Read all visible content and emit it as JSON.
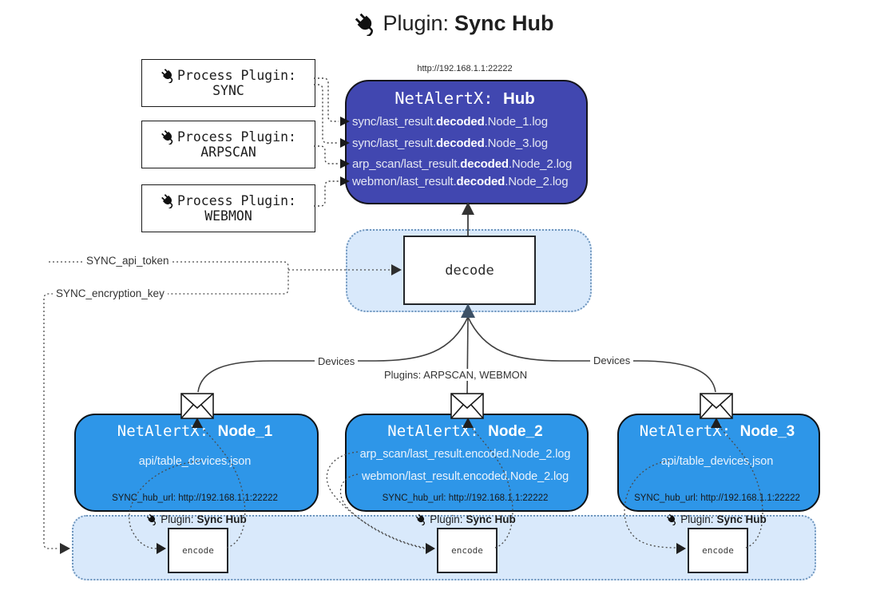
{
  "title": {
    "prefix": "Plugin:",
    "bold": "Sync Hub"
  },
  "process_plugins": [
    {
      "label": "Process Plugin:",
      "name": "SYNC"
    },
    {
      "label": "Process Plugin:",
      "name": "ARPSCAN"
    },
    {
      "label": "Process Plugin:",
      "name": "WEBMON"
    }
  ],
  "hub": {
    "url": "http://192.168.1.1:22222",
    "title_prefix": "NetAlertX: ",
    "title_bold": "Hub",
    "lines": [
      {
        "pre": "sync/last_result.",
        "bold": "decoded",
        "post": ".Node_1.log"
      },
      {
        "pre": "sync/last_result.",
        "bold": "decoded",
        "post": ".Node_3.log"
      },
      {
        "pre": "arp_scan/last_result.",
        "bold": "decoded",
        "post": ".Node_2.log"
      },
      {
        "pre": "webmon/last_result.",
        "bold": "decoded",
        "post": ".Node_2.log"
      }
    ]
  },
  "decode": {
    "label": "decode"
  },
  "secrets": {
    "api_token": "SYNC_api_token",
    "encryption_key": "SYNC_encryption_key"
  },
  "edges": {
    "devices_left": "Devices",
    "devices_right": "Devices",
    "plugins_mid": "Plugins: ARPSCAN, WEBMON"
  },
  "nodes": [
    {
      "title_prefix": "NetAlertX: ",
      "title_bold": "Node_1",
      "lines": [
        "api/table_devices.json"
      ],
      "hub_url": "SYNC_hub_url: http://192.168.1.1:22222"
    },
    {
      "title_prefix": "NetAlertX: ",
      "title_bold": "Node_2",
      "lines": [
        "arp_scan/last_result.encoded.Node_2.log",
        "webmon/last_result.encoded.Node_2.log"
      ],
      "hub_url": "SYNC_hub_url: http://192.168.1.1:22222"
    },
    {
      "title_prefix": "NetAlertX: ",
      "title_bold": "Node_3",
      "lines": [
        "api/table_devices.json"
      ],
      "hub_url": "SYNC_hub_url: http://192.168.1.1:22222"
    }
  ],
  "encoders": [
    {
      "plugin_prefix": "Plugin:",
      "plugin_bold": "Sync Hub",
      "box": "encode"
    },
    {
      "plugin_prefix": "Plugin:",
      "plugin_bold": "Sync Hub",
      "box": "encode"
    },
    {
      "plugin_prefix": "Plugin:",
      "plugin_bold": "Sync Hub",
      "box": "encode"
    }
  ],
  "colors": {
    "hub_fill": "#4147b0",
    "node_fill": "#2e96e8",
    "band_fill": "#d9e9fb",
    "band_border": "#6e95bd"
  }
}
